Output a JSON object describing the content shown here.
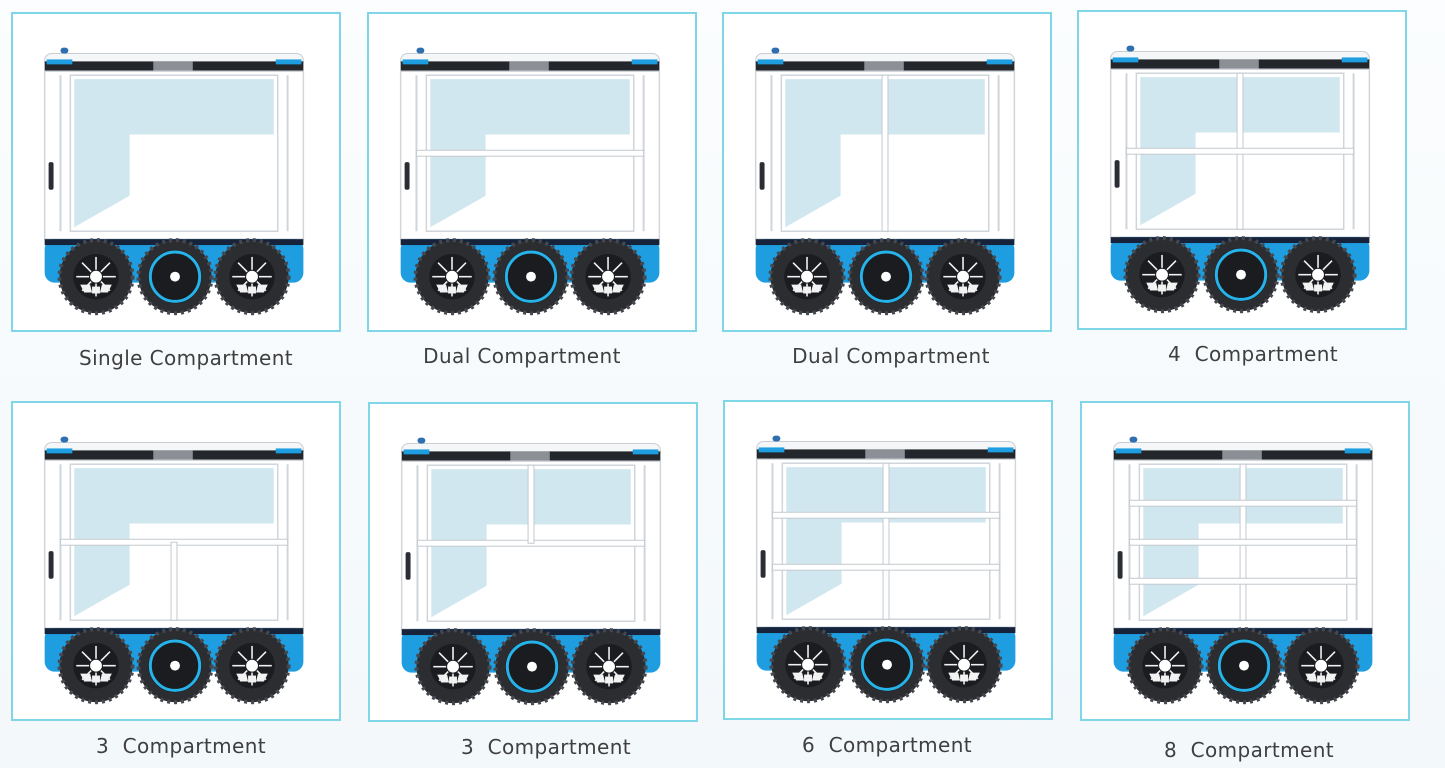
{
  "variants": [
    {
      "label": "Single Compartment",
      "columns": 1,
      "shelves": 0,
      "split": ""
    },
    {
      "label": "Dual Compartment",
      "columns": 1,
      "shelves": 1,
      "split": ""
    },
    {
      "label": "Dual Compartment",
      "columns": 2,
      "shelves": 0,
      "split": ""
    },
    {
      "label": "4  Compartment",
      "columns": 2,
      "shelves": 1,
      "split": ""
    },
    {
      "label": "3  Compartment",
      "columns": 1,
      "shelves": 1,
      "split": "bottom"
    },
    {
      "label": "3  Compartment",
      "columns": 1,
      "shelves": 1,
      "split": "top"
    },
    {
      "label": "6  Compartment",
      "columns": 2,
      "shelves": 2,
      "split": ""
    },
    {
      "label": "8  Compartment",
      "columns": 2,
      "shelves": 3,
      "split": ""
    }
  ],
  "colors": {
    "body_blue": "#1e9ee0",
    "trim_dark": "#23262b",
    "glass": "#c9e3ec",
    "frame": "#ffffff",
    "tire": "#2b2d31",
    "hub_ring": "#26b3ea",
    "card_border": "#7fd6e6",
    "caption": "#3f3f3f"
  }
}
